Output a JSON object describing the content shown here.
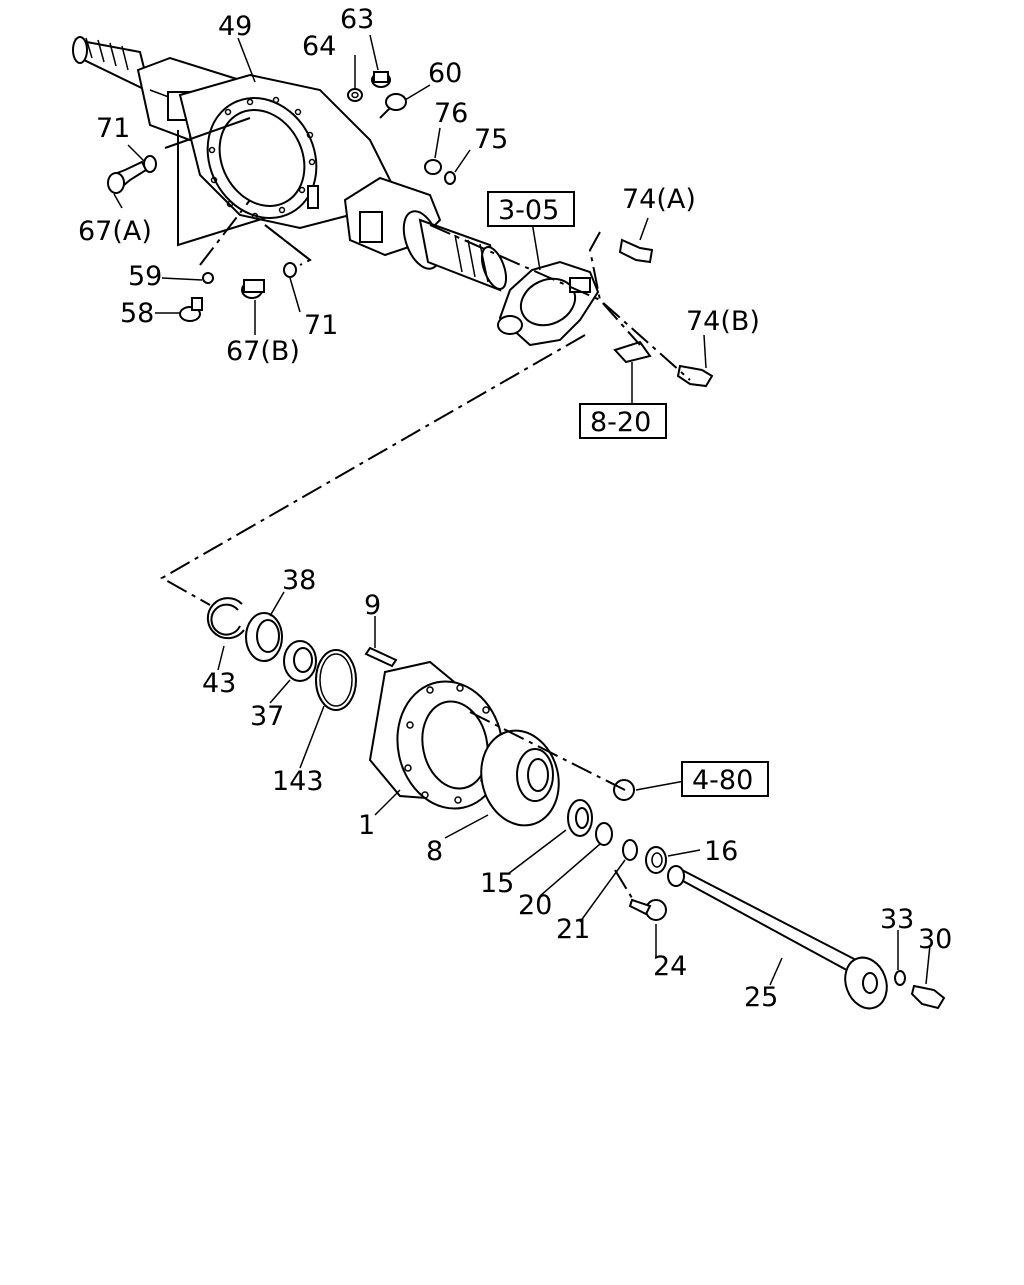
{
  "part_labels": {
    "p49": "49",
    "p63": "63",
    "p64": "64",
    "p60": "60",
    "p71a": "71",
    "p76": "76",
    "p75": "75",
    "p67a": "67(A)",
    "p74a": "74(A)",
    "p59": "59",
    "p58": "58",
    "p67b": "67(B)",
    "p71b": "71",
    "p74b": "74(B)",
    "p38": "38",
    "p9": "9",
    "p43": "43",
    "p37": "37",
    "p143": "143",
    "p1": "1",
    "p8": "8",
    "p16": "16",
    "p15": "15",
    "p20": "20",
    "p21": "21",
    "p24": "24",
    "p33": "33",
    "p30": "30",
    "p25": "25"
  },
  "reference_boxes": {
    "r305": "3-05",
    "r820": "8-20",
    "r480": "4-80"
  }
}
